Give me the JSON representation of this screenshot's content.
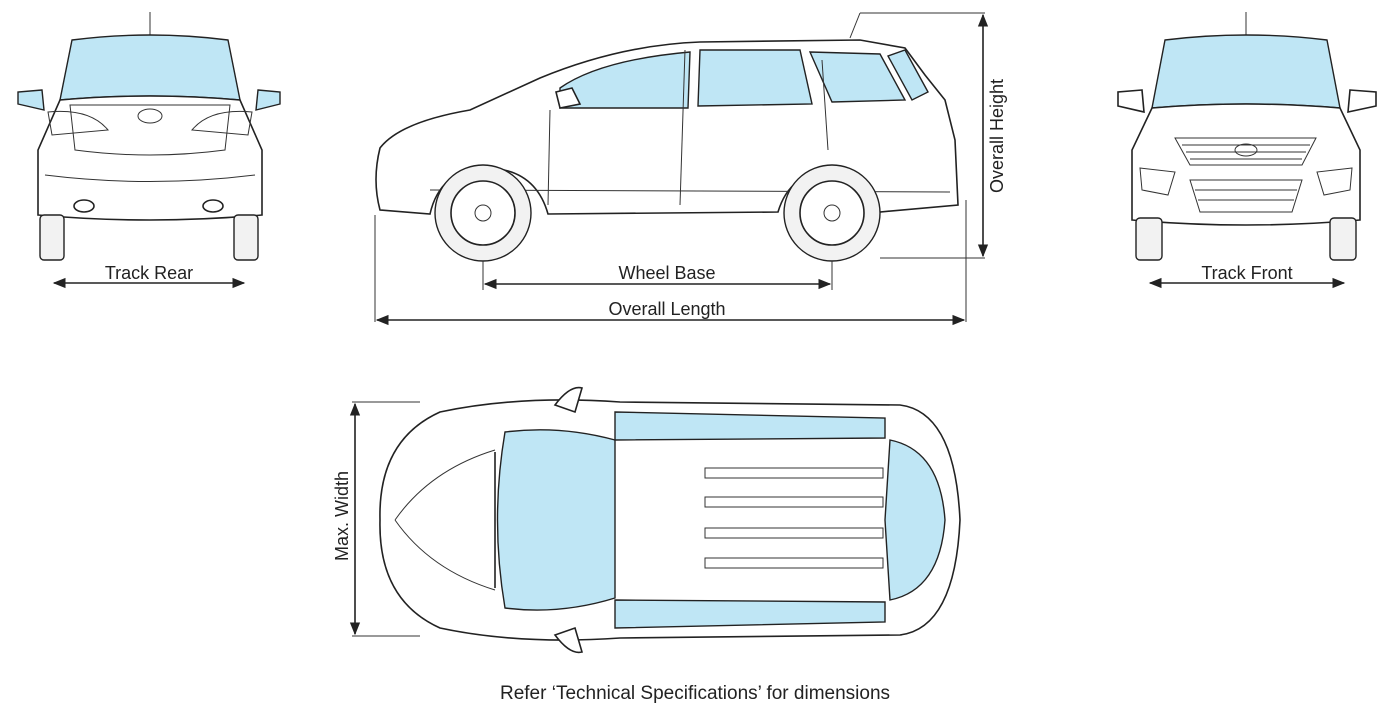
{
  "labels": {
    "track_rear": "Track Rear",
    "wheel_base": "Wheel Base",
    "overall_length": "Overall Length",
    "overall_height": "Overall Height",
    "track_front": "Track Front",
    "max_width": "Max. Width"
  },
  "caption": "Refer ‘Technical Specifications’ for dimensions",
  "colors": {
    "glass": "#bfe6f5",
    "line": "#222222"
  }
}
